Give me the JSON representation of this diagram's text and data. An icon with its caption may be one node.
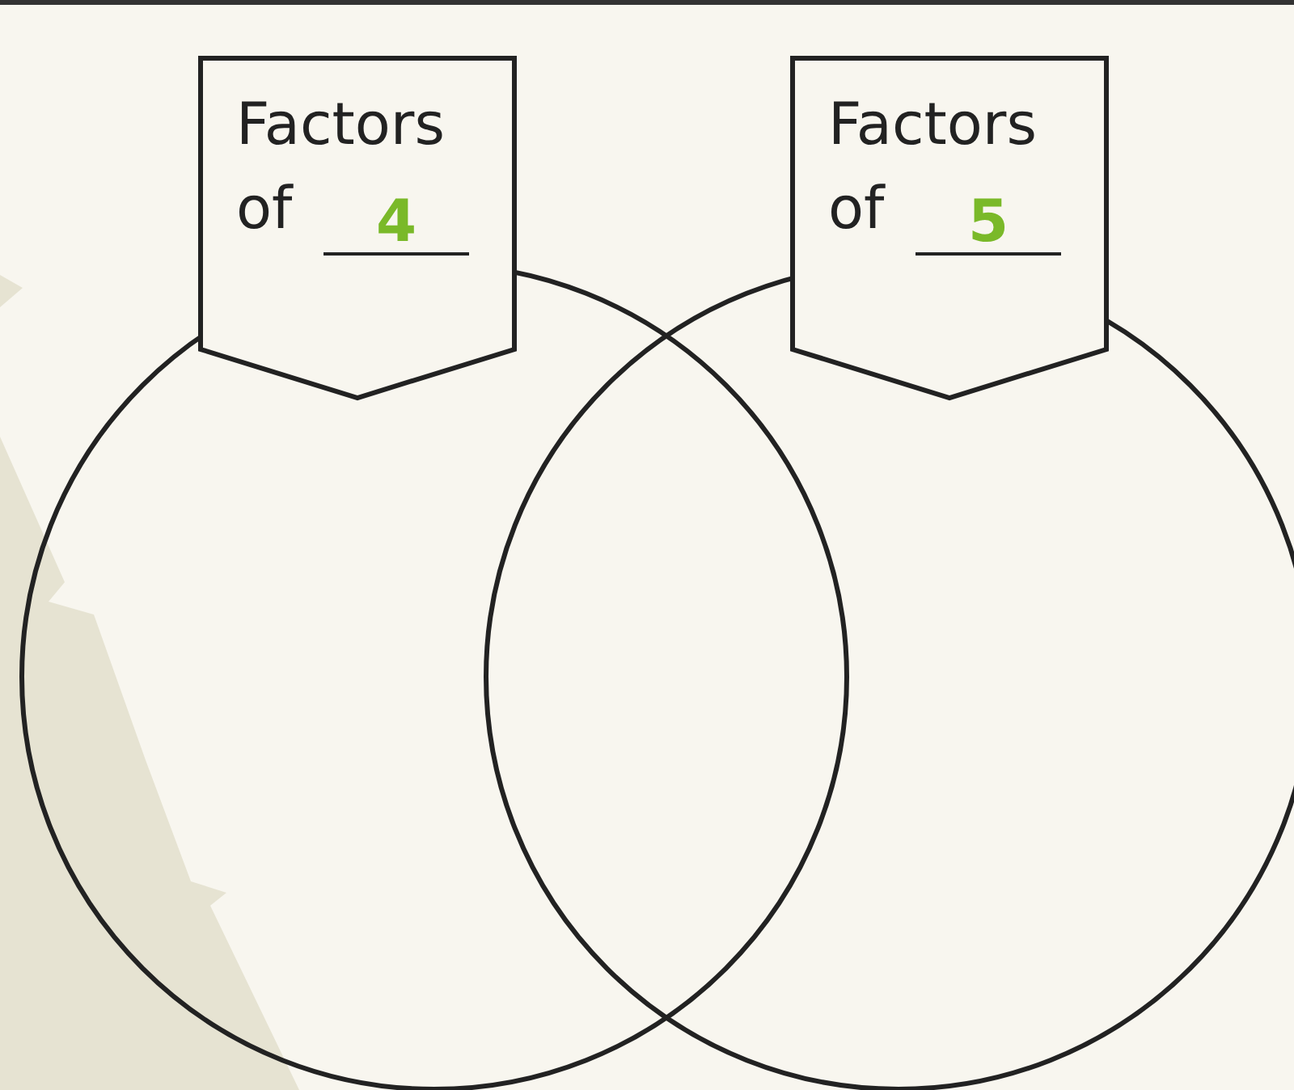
{
  "diagram": {
    "nodes": [
      {
        "text": [
          "Factors of",
          "4"
        ]
      },
      {
        "text": [
          "Factors of",
          "5"
        ]
      },
      {
        "text": [],
        "shape": "circle"
      },
      {
        "text": [],
        "shape": "circle"
      }
    ],
    "edges": []
  }
}
